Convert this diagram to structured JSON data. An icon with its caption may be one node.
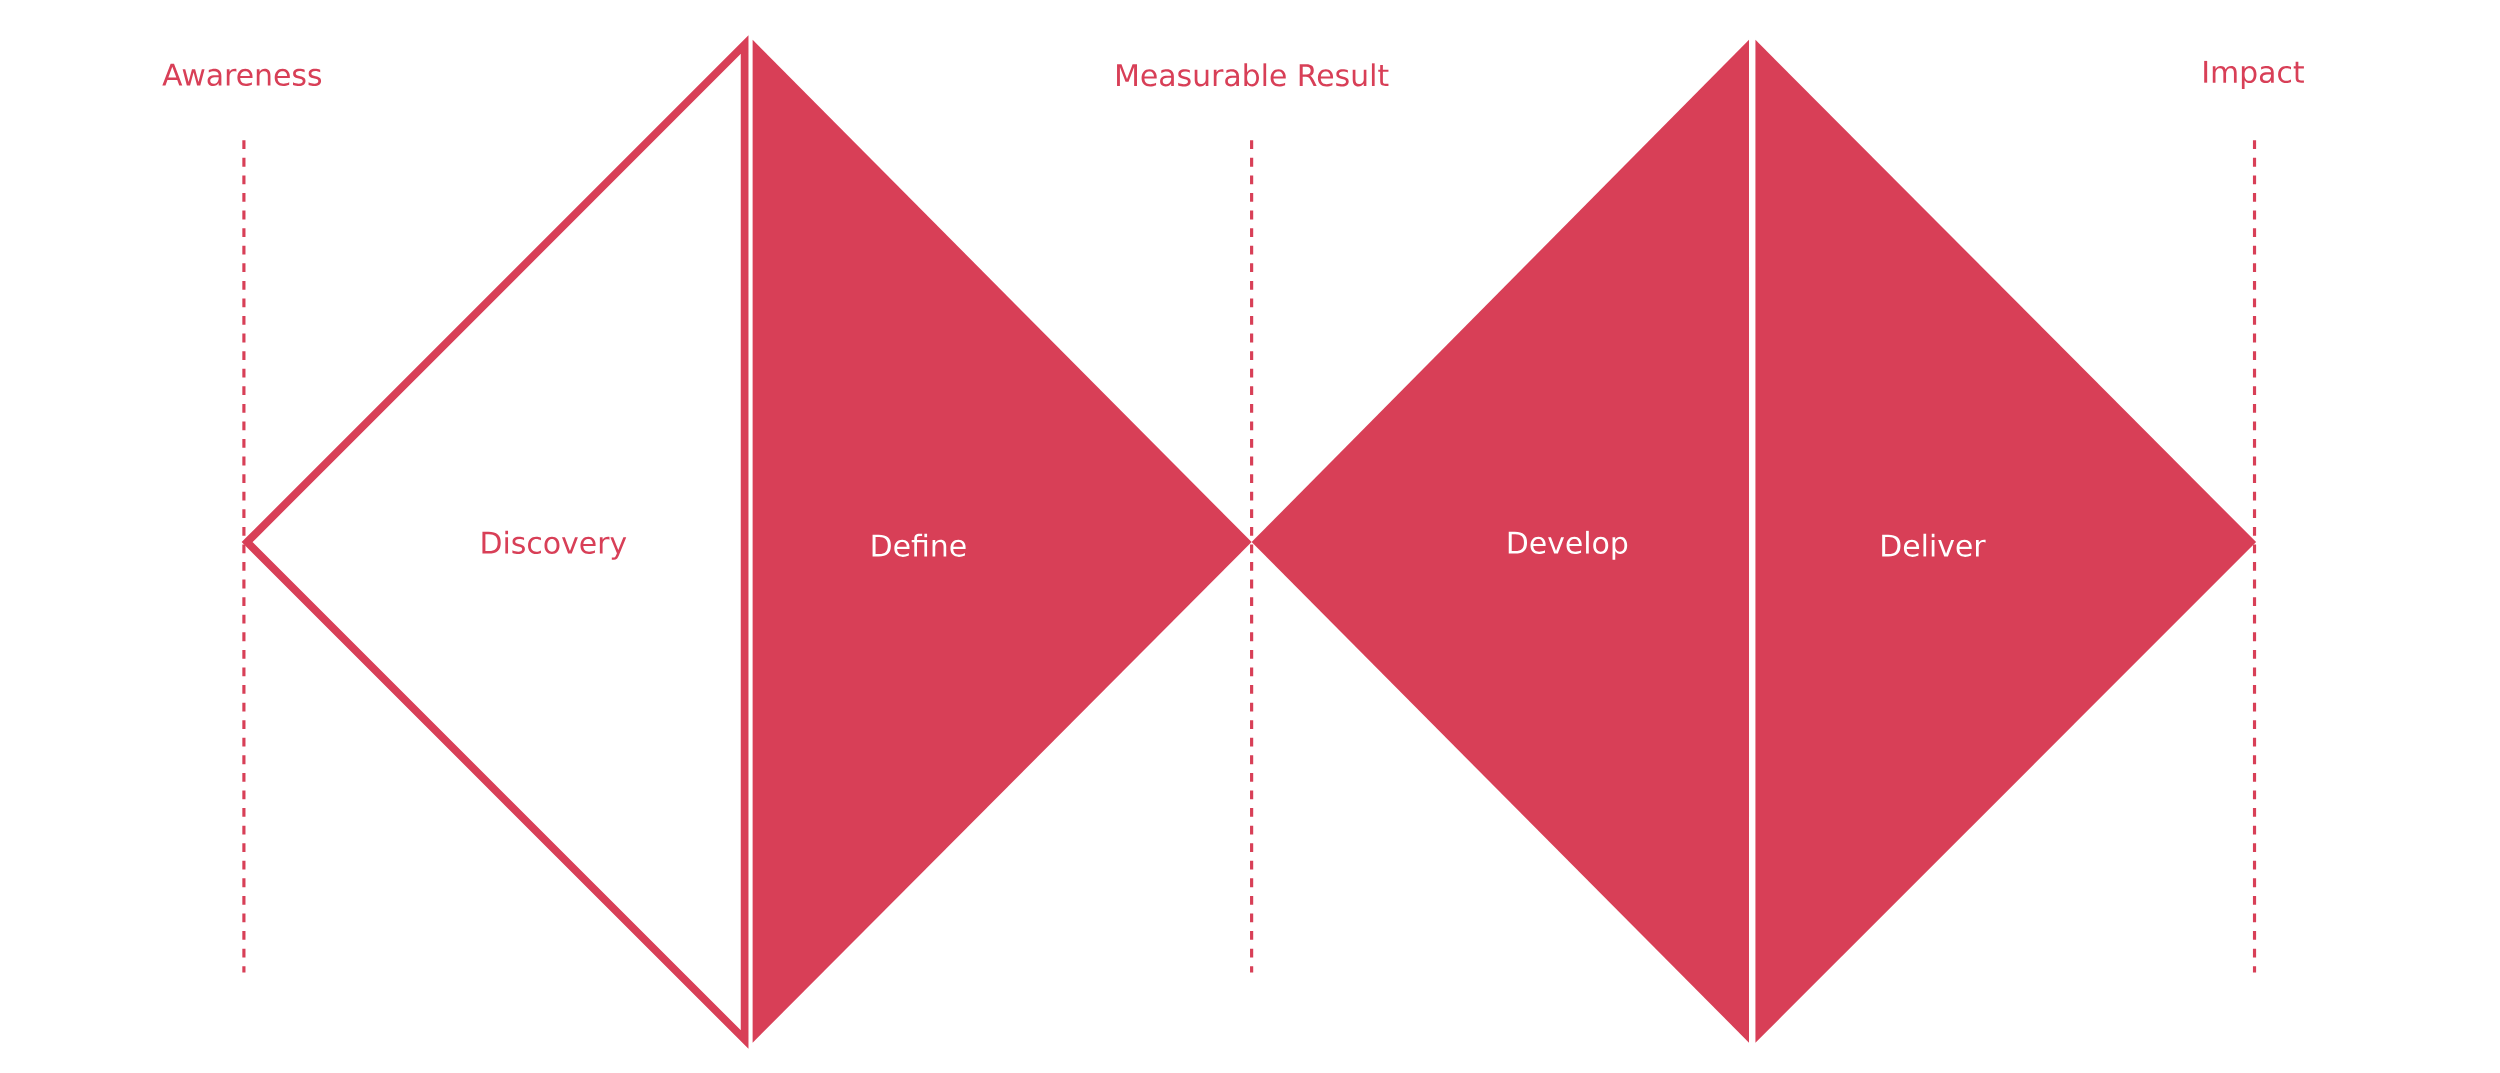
{
  "diagram": {
    "nodes": [
      {
        "text": [
          "Discovery"
        ]
      },
      {
        "text": [
          "Define"
        ]
      },
      {
        "text": [
          "Develop"
        ]
      },
      {
        "text": [
          "Deliver"
        ]
      }
    ],
    "labels": [
      "Awareness",
      "Measurable Result",
      "Impact"
    ]
  }
}
